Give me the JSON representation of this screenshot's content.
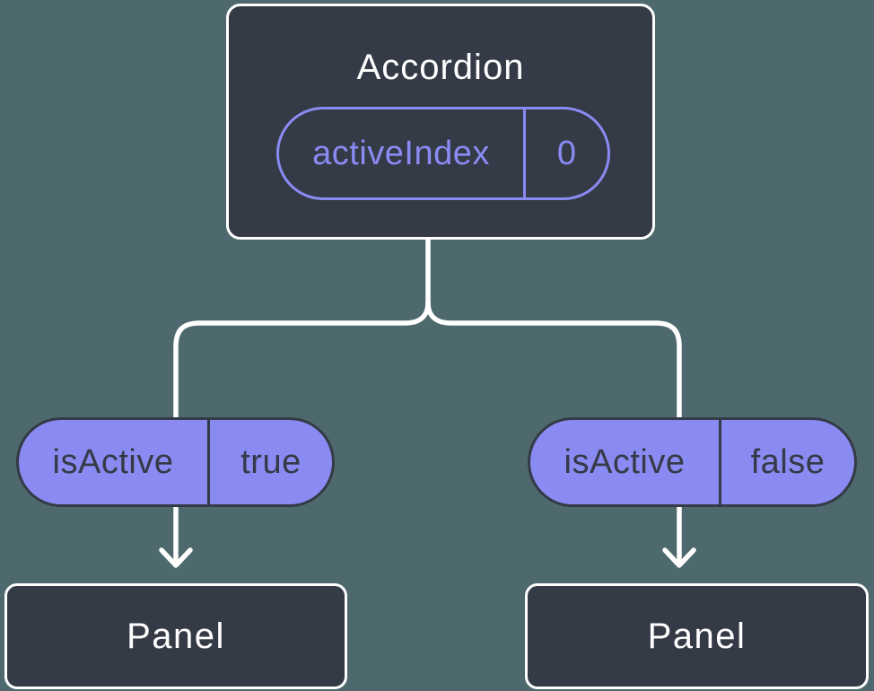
{
  "diagram": {
    "root": {
      "title": "Accordion",
      "state": {
        "name": "activeIndex",
        "value": "0"
      }
    },
    "props": [
      {
        "name": "isActive",
        "value": "true"
      },
      {
        "name": "isActive",
        "value": "false"
      }
    ],
    "panels": [
      {
        "title": "Panel"
      },
      {
        "title": "Panel"
      }
    ]
  },
  "colors": {
    "background": "#4E696D",
    "node-fill": "#343A46",
    "purple": "#8A8BF2",
    "text-dark": "#343A46",
    "text-white": "#FFFFFF",
    "line-white": "#FFFFFF"
  }
}
